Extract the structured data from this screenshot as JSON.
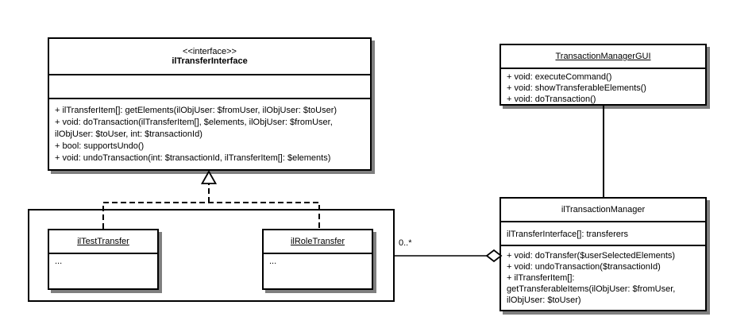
{
  "colors": {
    "line": "#000000",
    "box_fill": "#ffffff",
    "shadow": "#7f7f7f",
    "background": "#ffffff"
  },
  "interface_class": {
    "stereotype": "<<interface>>",
    "name": "ilTransferInterface",
    "method_lines": [
      "+ ilTransferItem[]: getElements(ilObjUser: $fromUser, ilObjUser: $toUser)",
      "+ void: doTransaction(ilTransferItem[], $elements, ilObjUser: $fromUser,",
      "ilObjUser: $toUser, int: $transactionId)",
      "+ bool: supportsUndo()",
      "+ void: undoTransaction(int: $transactionId, ilTransferItem[]: $elements)"
    ]
  },
  "gui_class": {
    "name": "TransactionManagerGUI",
    "method_lines": [
      "+ void: executeCommand()",
      "+ void: showTransferableElements()",
      "+ void: doTransaction()"
    ]
  },
  "manager_class": {
    "name": "ilTransactionManager",
    "attribute_lines": [
      "ilTransferInterface[]: transferers"
    ],
    "method_lines": [
      "+ void: doTransfer($userSelectedElements)",
      "+ void: undoTransaction($transactionId)",
      "+ ilTransferItem[]:",
      "getTransferableItems(ilObjUser: $fromUser,",
      "ilObjUser: $toUser)"
    ]
  },
  "test_class": {
    "name": "ilTestTransfer",
    "body": "..."
  },
  "role_class": {
    "name": "ilRoleTransfer",
    "body": "..."
  },
  "relations": {
    "aggregation_multiplicity": "0..*"
  }
}
